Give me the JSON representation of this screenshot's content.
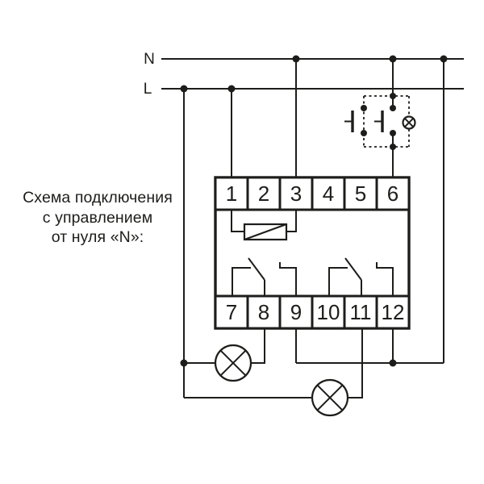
{
  "title": {
    "line1": "Схема подключения",
    "line2": "с управлением",
    "line3": "от нуля «N»:"
  },
  "power": {
    "neutral_label": "N",
    "phase_label": "L"
  },
  "device": {
    "terminals_top": [
      "1",
      "2",
      "3",
      "4",
      "5",
      "6"
    ],
    "terminals_bottom": [
      "7",
      "8",
      "9",
      "10",
      "11",
      "12"
    ]
  },
  "symbols": {
    "lamp_icon": "circle-with-diagonal-cross",
    "push_button_icon": "momentary-push-button",
    "coil_icon": "relay-coil-rectangle-with-diagonal",
    "contact_icon": "changeover-relay-contact",
    "enclosure": "dashed-external-switch-box"
  },
  "colors": {
    "line": "#1d1d1b",
    "background": "#ffffff"
  }
}
